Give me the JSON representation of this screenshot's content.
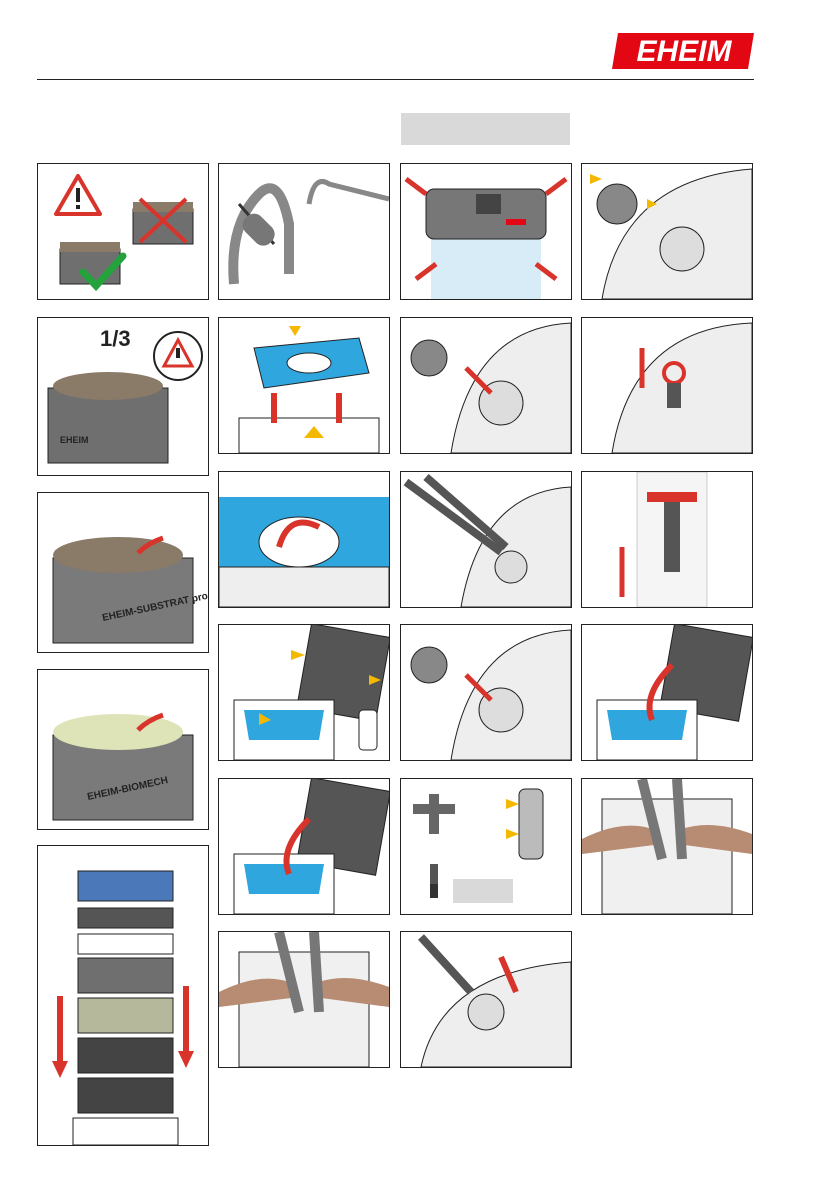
{
  "header": {
    "logo_text": "EHEIM"
  },
  "colors": {
    "brand_red": "#e30613",
    "arrow_yellow": "#f5b800",
    "arrow_red": "#d9342b",
    "check_green": "#22a33b",
    "foam_blue": "#2fa6de"
  },
  "panels": {
    "fill_ratio_label": "1/3",
    "substrat_label": "EHEIM-SUBSTRAT pro",
    "biomech_label": "EHEIM-BIOMECH"
  }
}
